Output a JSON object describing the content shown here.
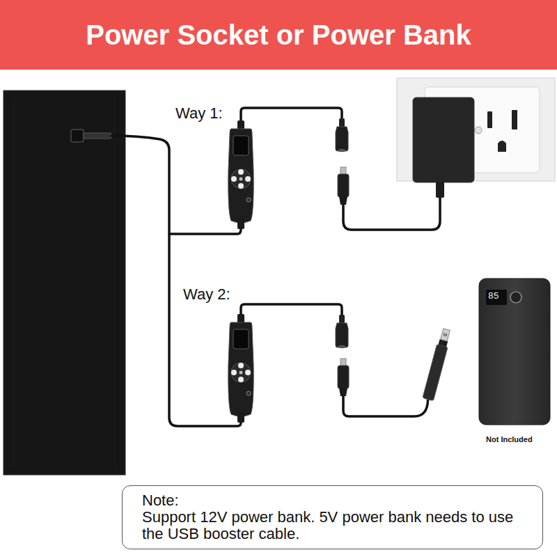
{
  "diagram": {
    "title": "Power Socket or Power Bank",
    "nodes": [
      {
        "text": [
          "Note:",
          "Support 12V power bank. 5V power bank needs to use the USB booster cable."
        ]
      }
    ],
    "labels": [
      "Way 1:",
      "Way 2:",
      "85",
      "Not Included"
    ]
  }
}
